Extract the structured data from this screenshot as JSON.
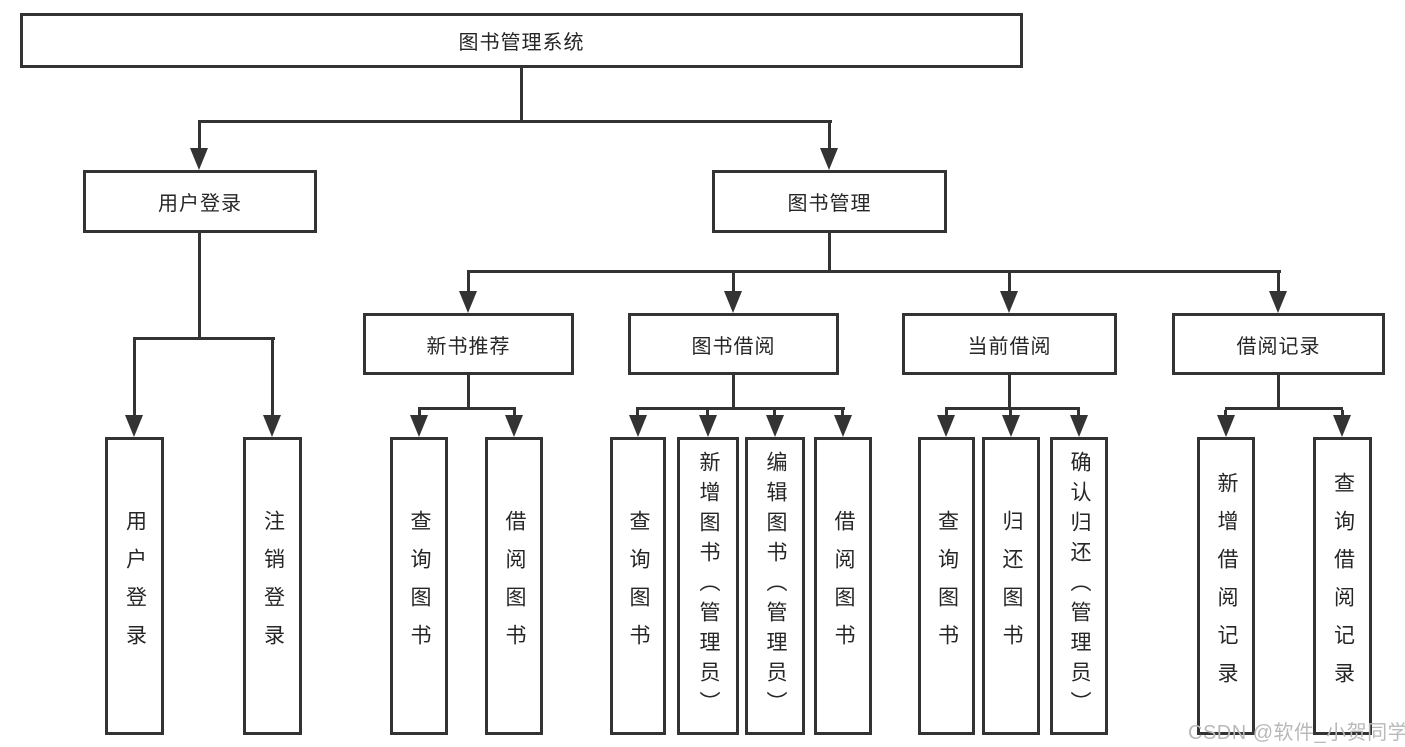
{
  "page": {
    "watermark": "CSDN @软件_小贺同学",
    "colors": {
      "line": "#333333",
      "box_border": "#333333",
      "text": "#262626",
      "watermark": "#b9b9b9",
      "background": "#ffffff"
    }
  },
  "nodes": {
    "root": "图书管理系统",
    "level2": [
      "用户登录",
      "图书管理"
    ],
    "level3": [
      "新书推荐",
      "图书借阅",
      "当前借阅",
      "借阅记录"
    ],
    "user_login_children": [
      "用户登录",
      "注销登录"
    ],
    "new_book_children": [
      "查询图书",
      "借阅图书"
    ],
    "borrow_children": [
      "查询图书",
      "新增图书（管理员）",
      "编辑图书（管理员）",
      "借阅图书"
    ],
    "current_children": [
      "查询图书",
      "归还图书",
      "确认归还（管理员）"
    ],
    "record_children": [
      "新增借阅记录",
      "查询借阅记录"
    ]
  }
}
